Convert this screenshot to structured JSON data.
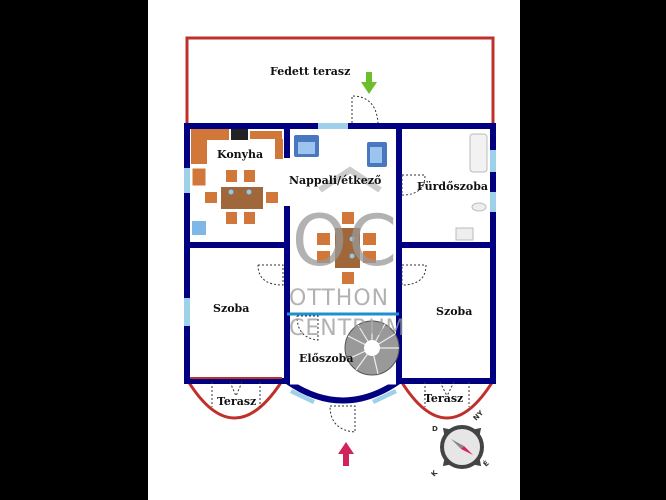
{
  "rooms": {
    "covered_terrace": "Fedett terasz",
    "kitchen": "Konyha",
    "living_dining": "Nappali/étkező",
    "bathroom": "Fürdőszoba",
    "room_left": "Szoba",
    "room_right": "Szoba",
    "hall": "Előszoba",
    "terrace_left": "Terasz",
    "terrace_right": "Terasz"
  },
  "watermark": {
    "logo": "OC",
    "line1": "OTTHON",
    "line2": "CENTRUM"
  },
  "compass": {
    "n": "NY",
    "w": "D",
    "e": "É",
    "s": "K"
  },
  "colors": {
    "wall": "#000080",
    "terrace": "#c0302b",
    "window": "#9fd0ea",
    "furniture": "#d2773a",
    "entry_arrow": "#d0245a",
    "terrace_arrow": "#6cbf2a"
  }
}
